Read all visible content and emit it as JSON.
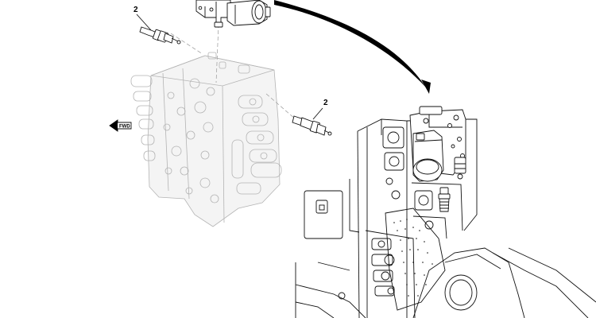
{
  "diagram": {
    "callouts": [
      {
        "label": "2"
      },
      {
        "label": "2"
      }
    ],
    "direction_marker": {
      "label": "FWD",
      "icon": "arrow-left-icon"
    },
    "colors": {
      "line": "#111111",
      "ghost": "#b4b4b4",
      "background": "#ffffff"
    }
  }
}
